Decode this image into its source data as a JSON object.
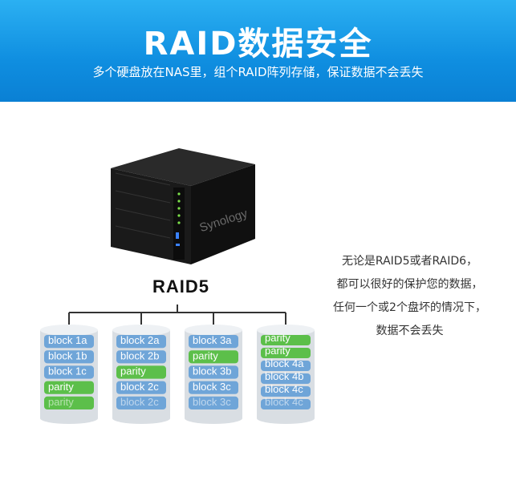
{
  "banner": {
    "title": "RAID数据安全",
    "subtitle": "多个硬盘放在NAS里，组个RAID阵列存储，保证数据不会丢失"
  },
  "device": {
    "brand": "Synology",
    "raid_label": "RAID5"
  },
  "disks": [
    {
      "rows": [
        "block 1a",
        "block 1b",
        "block 1c",
        "parity",
        "parity"
      ],
      "kinds": [
        "b",
        "b",
        "b",
        "p",
        "p"
      ]
    },
    {
      "rows": [
        "block 2a",
        "block 2b",
        "parity",
        "block 2c",
        "block 2c"
      ],
      "kinds": [
        "b",
        "b",
        "p",
        "b",
        "b"
      ]
    },
    {
      "rows": [
        "block 3a",
        "parity",
        "block 3b",
        "block 3c",
        "block 3c"
      ],
      "kinds": [
        "b",
        "p",
        "b",
        "b",
        "b"
      ]
    },
    {
      "rows": [
        "parity",
        "parity",
        "block 4a",
        "block 4b",
        "block 4c",
        "block 4c"
      ],
      "kinds": [
        "p",
        "p",
        "b",
        "b",
        "b",
        "b"
      ]
    }
  ],
  "description": {
    "lines": [
      "无论是RAID5或者RAID6，",
      "都可以很好的保护您的数据，",
      "任何一个或2个盘坏的情况下，",
      "数据不会丢失"
    ]
  },
  "colors": {
    "banner": "#0f8ee0",
    "block": "#6fa5d8",
    "parity": "#5cbf4a",
    "disk_body": "#d9dee3"
  }
}
